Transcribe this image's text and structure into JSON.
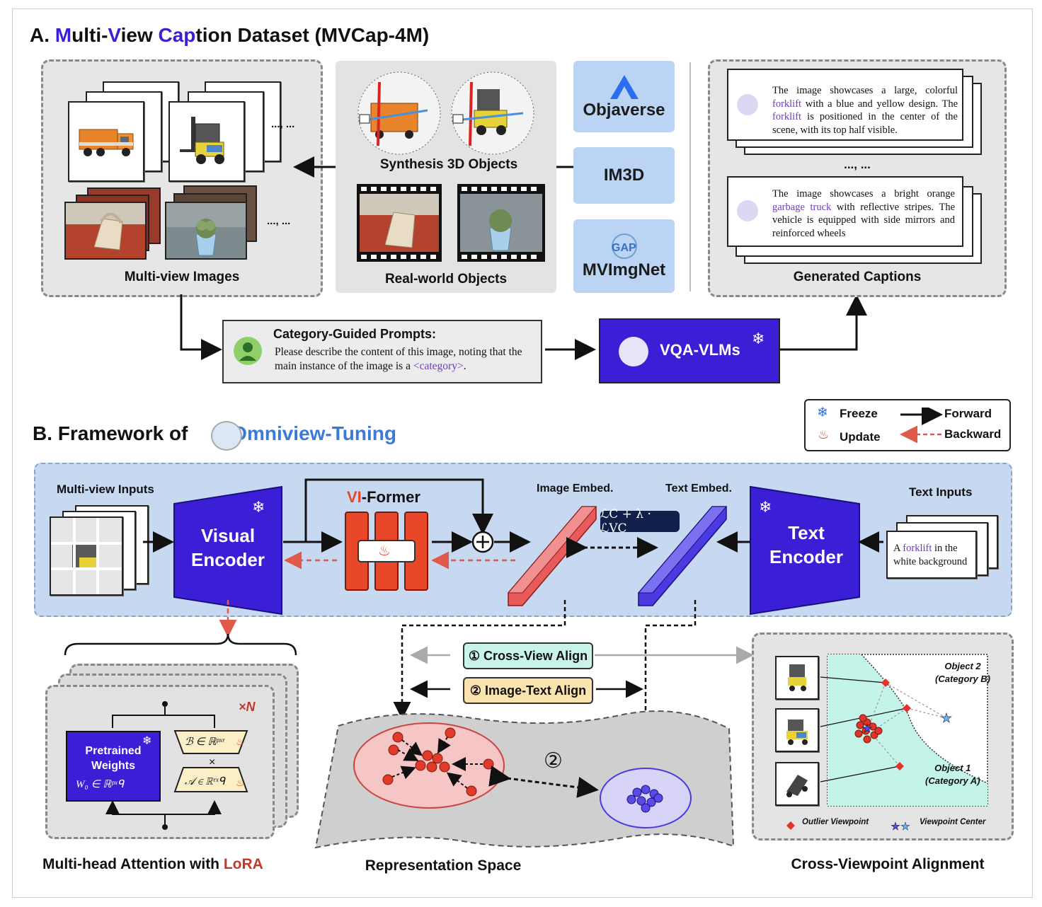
{
  "section_a": {
    "title_prefix": "A. ",
    "title_m": "M",
    "title_ulti": "ulti-",
    "title_v": "V",
    "title_iew": "iew ",
    "title_cap": "Cap",
    "title_rest": "tion Dataset (MVCap-4M)",
    "multiview_label": "Multi-view Images",
    "ellipsis": "..., ...",
    "synth_label": "Synthesis 3D Objects",
    "real_label": "Real-world Objects",
    "sources": [
      "Objaverse",
      "IM3D",
      "MVImgNet"
    ],
    "captions_label": "Generated Captions",
    "caption1_a": "The image showcases a large, colorful ",
    "caption1_k1": "forklift",
    "caption1_b": " with a blue and yellow design. The ",
    "caption1_k2": "forklift",
    "caption1_c": " is positioned in the center of the scene, with its top half visible.",
    "caption_ellipsis": "..., ...",
    "caption2_a": "The image showcases a bright orange ",
    "caption2_k": "garbage truck",
    "caption2_b": " with reflective stripes. The vehicle is equipped with side mirrors and reinforced wheels",
    "prompt_title": "Category-Guided Prompts:",
    "prompt_text": "Please describe the content of this image, noting that the main instance of the image is a ",
    "prompt_category": "<category>",
    "prompt_end": ".",
    "vqa_label": "VQA-VLMs"
  },
  "legend": {
    "freeze": "Freeze",
    "update": "Update",
    "forward": "Forward",
    "backward": "Backward"
  },
  "section_b": {
    "title_prefix": "B. Framework of ",
    "title_name": "Omniview-Tuning",
    "multiview_inputs": "Multi-view Inputs",
    "visual_encoder_1": "Visual",
    "visual_encoder_2": "Encoder",
    "viformer_vi": "VI",
    "viformer_rest": "-Former",
    "image_embed": "Image Embed.",
    "text_embed": "Text Embed.",
    "text_inputs": "Text Inputs",
    "text_encoder_1": "Text",
    "text_encoder_2": "Encoder",
    "text_input_a": "A ",
    "text_input_k": "forklift",
    "text_input_b": " in the white background",
    "loss": "ℒC + λ · ℒVC",
    "cross_view_align": "① Cross-View Align",
    "image_text_align": "② Image-Text Align",
    "circle_two": "②",
    "pretrained_1": "Pretrained",
    "pretrained_2": "Weights",
    "w0": "W₀ ∈ ℝᵖˣᑫ",
    "b_matrix": "ℬ ∈ ℝᵖˣʳ",
    "a_matrix": "𝒜 ∈ ℝʳˣᑫ",
    "times": "×",
    "xn": "×N",
    "mha_label_a": "Multi-head Attention with ",
    "mha_label_b": "LoRA",
    "rep_space_label": "Representation Space",
    "cva_label": "Cross-Viewpoint Alignment",
    "object2": "Object 2",
    "category_b": "(Category B)",
    "object1": "Object 1",
    "category_a": "(Category A)",
    "outlier": "Outlier Viewpoint",
    "viewpoint_center": "Viewpoint Center"
  },
  "colors": {
    "blue_box": "#3a1fd6",
    "panel_blue": "#c6d9f1",
    "red_bar": "#e8472a",
    "purple_text": "#6f3cc0",
    "title_blue": "#3b7ad8"
  }
}
